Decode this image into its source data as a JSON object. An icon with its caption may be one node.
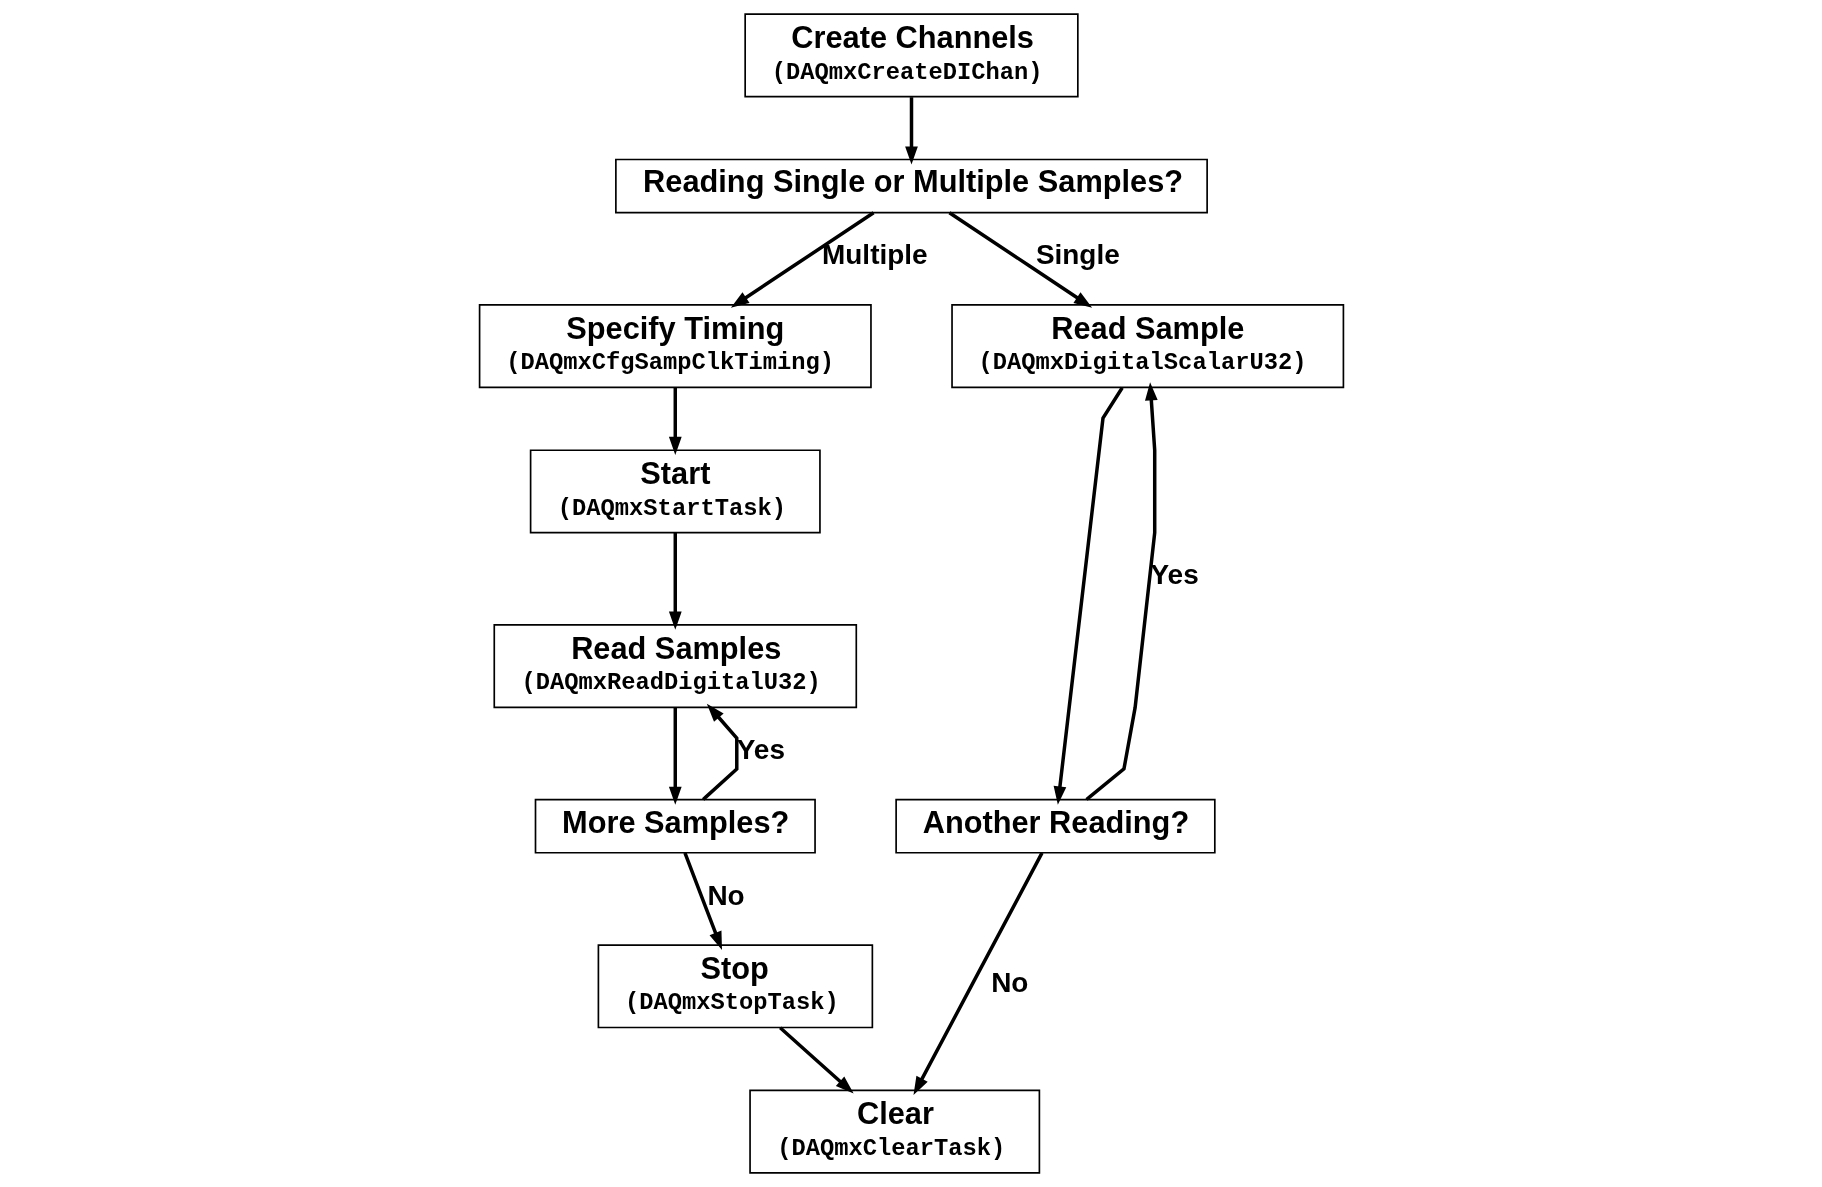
{
  "diagram": {
    "nodes": [
      {
        "text": [
          "Create Channels",
          "(DAQmxCreateDIChan)"
        ]
      },
      {
        "text": [
          "Reading Single or Multiple Samples?"
        ]
      },
      {
        "text": [
          "Specify Timing",
          "(DAQmxCfgSampClkTiming)"
        ]
      },
      {
        "text": [
          "Start",
          "(DAQmxStartTask)"
        ]
      },
      {
        "text": [
          "Read Samples",
          "(DAQmxReadDigitalU32)"
        ]
      },
      {
        "text": [
          "More Samples?"
        ]
      },
      {
        "text": [
          "Stop",
          "(DAQmxStopTask)"
        ]
      },
      {
        "text": [
          "Read Sample",
          "(DAQmxDigitalScalarU32)"
        ]
      },
      {
        "text": [
          "Another Reading?"
        ]
      },
      {
        "text": [
          "Clear",
          "(DAQmxClearTask)"
        ]
      }
    ],
    "edges": [
      {
        "from": 0,
        "to": 1,
        "arrow": "to"
      },
      {
        "from": 1,
        "to": 2,
        "arrow": "to",
        "label": "Multiple"
      },
      {
        "from": 1,
        "to": 7,
        "arrow": "to",
        "label": "Single"
      },
      {
        "from": 2,
        "to": 3,
        "arrow": "to"
      },
      {
        "from": 3,
        "to": 4,
        "arrow": "to"
      },
      {
        "from": 4,
        "to": 5,
        "arrow": "to"
      },
      {
        "from": 5,
        "to": 4,
        "arrow": "to",
        "label": "Yes"
      },
      {
        "from": 5,
        "to": 6,
        "arrow": "to",
        "label": "No"
      },
      {
        "from": 7,
        "to": 8,
        "arrow": "to"
      },
      {
        "from": 8,
        "to": 7,
        "arrow": "to",
        "label": "Yes"
      },
      {
        "from": 6,
        "to": 9,
        "arrow": "to"
      },
      {
        "from": 8,
        "to": 9,
        "arrow": "to",
        "label": "No"
      }
    ]
  }
}
